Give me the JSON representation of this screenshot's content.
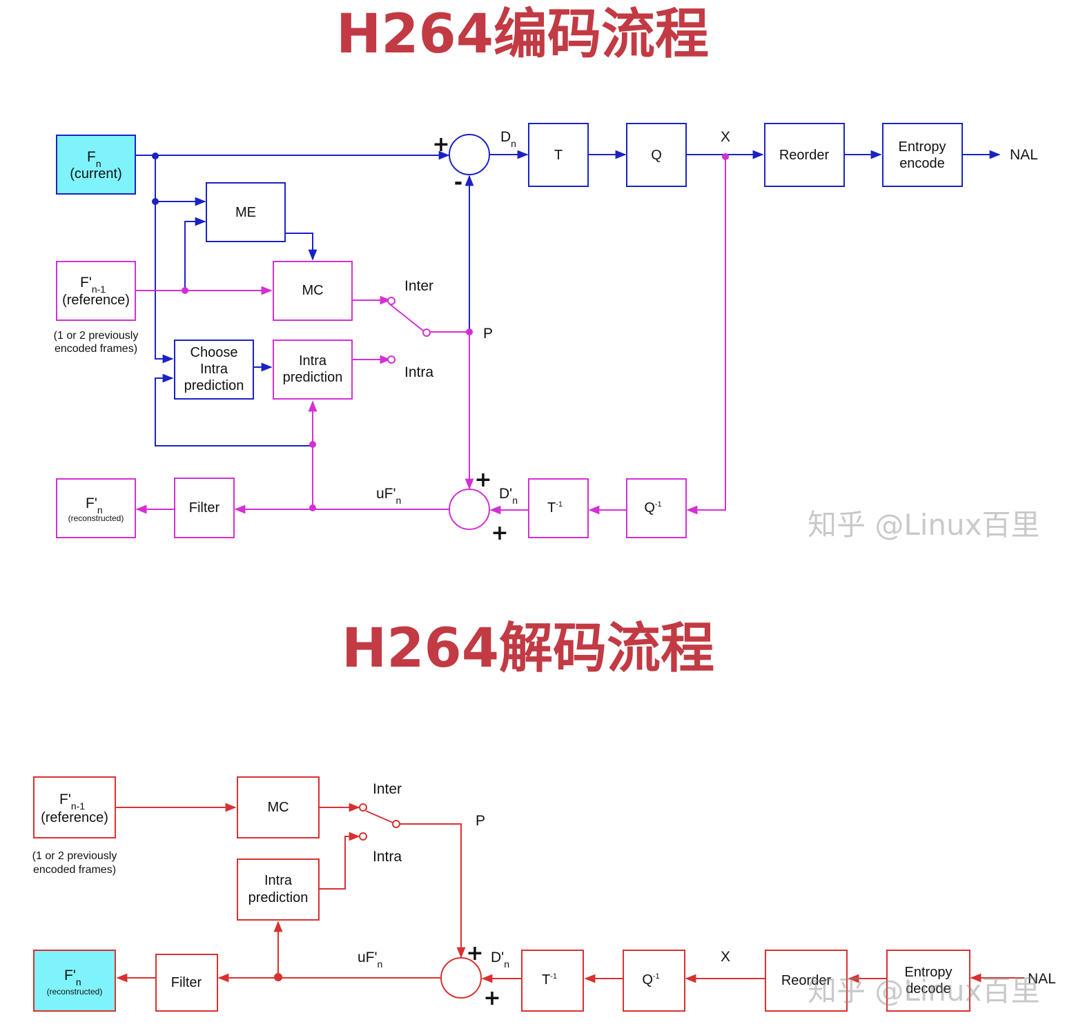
{
  "titles": {
    "encoder": "H264编码流程",
    "decoder": "H264解码流程"
  },
  "watermark": "知乎 @Linux百里",
  "colors": {
    "title": "#c23a43",
    "encoder_forward": "#1a22c7",
    "encoder_recon": "#d42fd4",
    "decoder": "#d93030",
    "highlight_fill": "#7ff3fb"
  },
  "encoder": {
    "fn_current": {
      "main": "F",
      "sub": "n",
      "caption": "(current)"
    },
    "fn1_reference": {
      "main": "F'",
      "sub": "n-1",
      "caption": "(reference)"
    },
    "reference_note": [
      "(1 or 2 previously",
      "encoded frames)"
    ],
    "me": "ME",
    "mc": "MC",
    "choose_intra": [
      "Choose",
      "Intra",
      "prediction"
    ],
    "intra_prediction": [
      "Intra",
      "prediction"
    ],
    "inter_label": "Inter",
    "intra_label": "Intra",
    "p_label": "P",
    "dn": {
      "main": "D",
      "sub": "n"
    },
    "t": "T",
    "q": "Q",
    "x_label": "X",
    "reorder": "Reorder",
    "entropy": [
      "Entropy",
      "encode"
    ],
    "nal": "NAL",
    "t_inv": {
      "main": "T",
      "sup": "-1"
    },
    "q_inv": {
      "main": "Q",
      "sup": "-1"
    },
    "dn_prime": {
      "main": "D'",
      "sub": "n"
    },
    "ufn": {
      "main": "uF'",
      "sub": "n"
    },
    "filter": "Filter",
    "fn_reconstructed": {
      "main": "F'",
      "sub": "n",
      "caption": "(reconstructed)"
    },
    "plus": "+",
    "minus": "-"
  },
  "decoder": {
    "fn1_reference": {
      "main": "F'",
      "sub": "n-1",
      "caption": "(reference)"
    },
    "reference_note": [
      "(1 or 2 previously",
      "encoded frames)"
    ],
    "mc": "MC",
    "inter_label": "Inter",
    "intra_label": "Intra",
    "p_label": "P",
    "intra_prediction": [
      "Intra",
      "prediction"
    ],
    "ufn": {
      "main": "uF'",
      "sub": "n"
    },
    "dn_prime": {
      "main": "D'",
      "sub": "n"
    },
    "t_inv": {
      "main": "T",
      "sup": "-1"
    },
    "q_inv": {
      "main": "Q",
      "sup": "-1"
    },
    "x_label": "X",
    "reorder": "Reorder",
    "entropy": [
      "Entropy",
      "decode"
    ],
    "nal": "NAL",
    "filter": "Filter",
    "fn_reconstructed": {
      "main": "F'",
      "sub": "n",
      "caption": "(reconstructed)"
    },
    "plus": "+"
  }
}
